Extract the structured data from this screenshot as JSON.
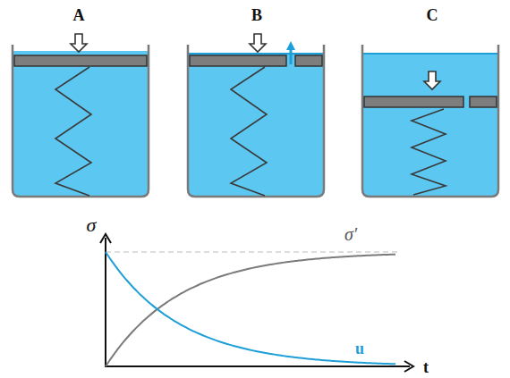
{
  "diagram": {
    "labels": [
      "A",
      "B",
      "C",
      "σ",
      "σ′",
      "u",
      "t"
    ]
  }
}
